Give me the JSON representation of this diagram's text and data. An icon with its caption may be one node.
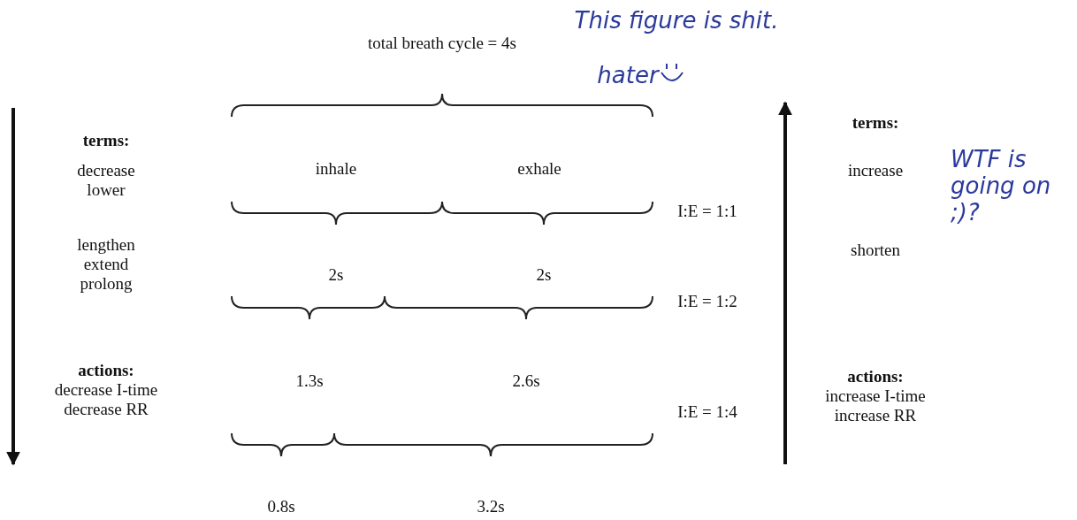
{
  "diagram": {
    "labels": [
      "total breath cycle = 4s",
      "This figure is shit.",
      "hater",
      "terms:",
      "decrease",
      "lower",
      "lengthen",
      "extend",
      "prolong",
      "actions:",
      "decrease I-time",
      "decrease RR",
      "inhale",
      "exhale",
      "I:E = 1:1",
      "2s",
      "2s",
      "I:E = 1:2",
      "1.3s",
      "2.6s",
      "I:E = 1:4",
      "0.8s",
      "3.2s",
      "terms:",
      "increase",
      "WTF is going on ;)?",
      "shorten",
      "actions:",
      "increase I-time",
      "increase RR"
    ]
  }
}
